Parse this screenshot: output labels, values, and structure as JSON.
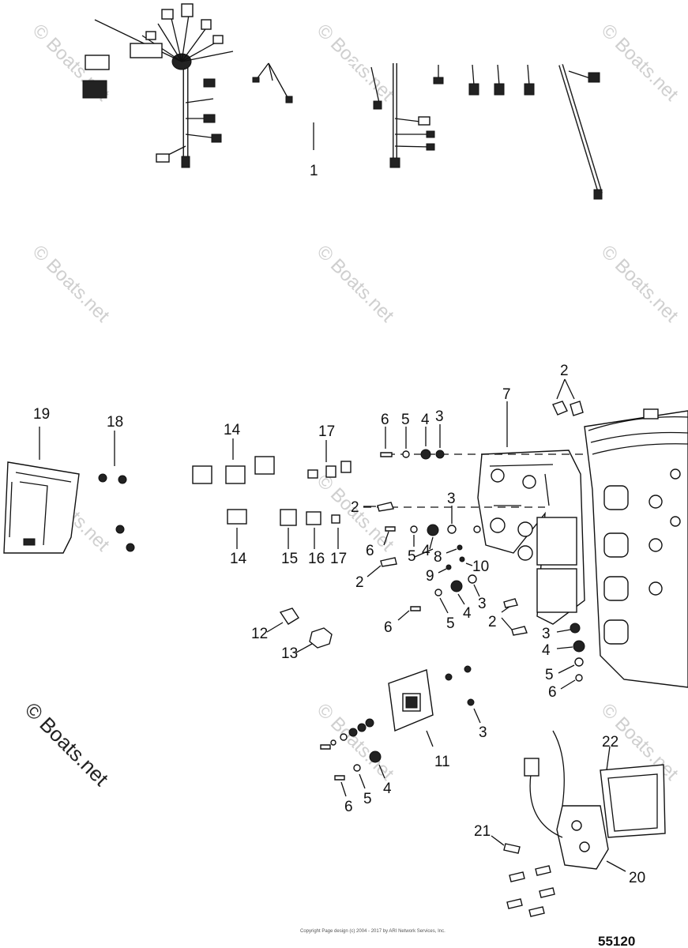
{
  "watermark": "© Boats.net",
  "copyright": "Copyright\nPage design (c) 2004 - 2017 by ARI Network Services, Inc.",
  "figure_number": "55120",
  "callouts": {
    "c1": "1",
    "c2a": "2",
    "c2b": "2",
    "c2c": "2",
    "c2d": "2",
    "c3a": "3",
    "c3b": "3",
    "c3c": "3",
    "c3d": "3",
    "c3e": "3",
    "c4a": "4",
    "c4b": "4",
    "c4c": "4",
    "c4d": "4",
    "c4e": "4",
    "c5a": "5",
    "c5b": "5",
    "c5c": "5",
    "c5d": "5",
    "c5e": "5",
    "c6a": "6",
    "c6b": "6",
    "c6c": "6",
    "c6d": "6",
    "c6e": "6",
    "c7": "7",
    "c8": "8",
    "c9": "9",
    "c10": "10",
    "c11": "11",
    "c12": "12",
    "c13": "13",
    "c14a": "14",
    "c14b": "14",
    "c15": "15",
    "c16": "16",
    "c17a": "17",
    "c17b": "17",
    "c18": "18",
    "c19": "19",
    "c20": "20",
    "c21": "21",
    "c22": "22"
  }
}
